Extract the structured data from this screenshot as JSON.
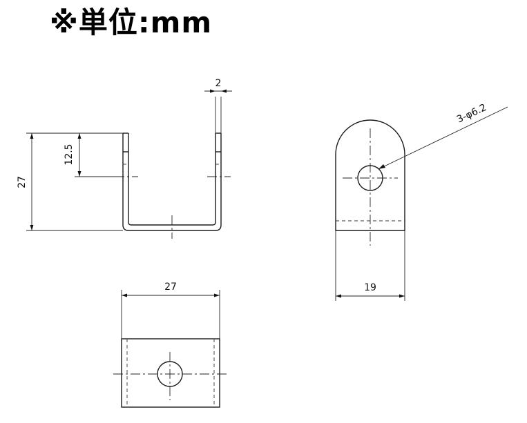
{
  "header": {
    "unit_note": "※単位:mm"
  },
  "dimensions": {
    "front_thickness": "2",
    "front_hole_height": "12.5",
    "front_height": "27",
    "side_width": "19",
    "side_hole_note": "3-φ6.2",
    "bottom_width": "27"
  }
}
